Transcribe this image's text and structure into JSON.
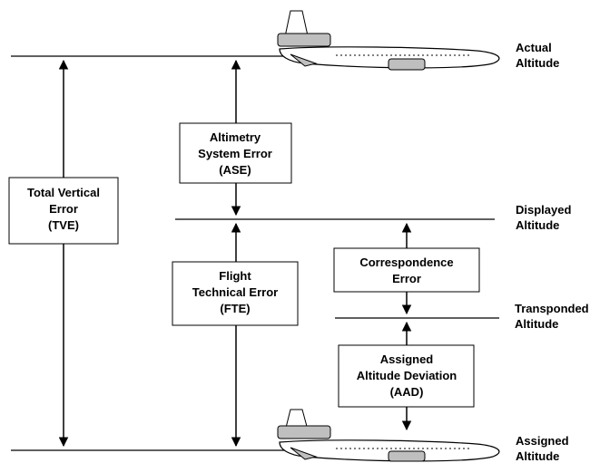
{
  "levels": {
    "actual": [
      "Actual",
      "Altitude"
    ],
    "displayed": [
      "Displayed",
      "Altitude"
    ],
    "transponded": [
      "Transponded",
      "Altitude"
    ],
    "assigned": [
      "Assigned",
      "Altitude"
    ]
  },
  "boxes": {
    "tve": [
      "Total Vertical",
      "Error",
      "(TVE)"
    ],
    "ase": [
      "Altimetry",
      "System Error",
      "(ASE)"
    ],
    "fte": [
      "Flight",
      "Technical Error",
      "(FTE)"
    ],
    "correspondence": [
      "Correspondence",
      "Error"
    ],
    "aad": [
      "Assigned",
      "Altitude Deviation",
      "(AAD)"
    ]
  },
  "colors": {
    "line": "#000000",
    "aircraft_body": "#ffffff",
    "aircraft_engine": "#bfbfbf",
    "box_fill": "#ffffff"
  }
}
